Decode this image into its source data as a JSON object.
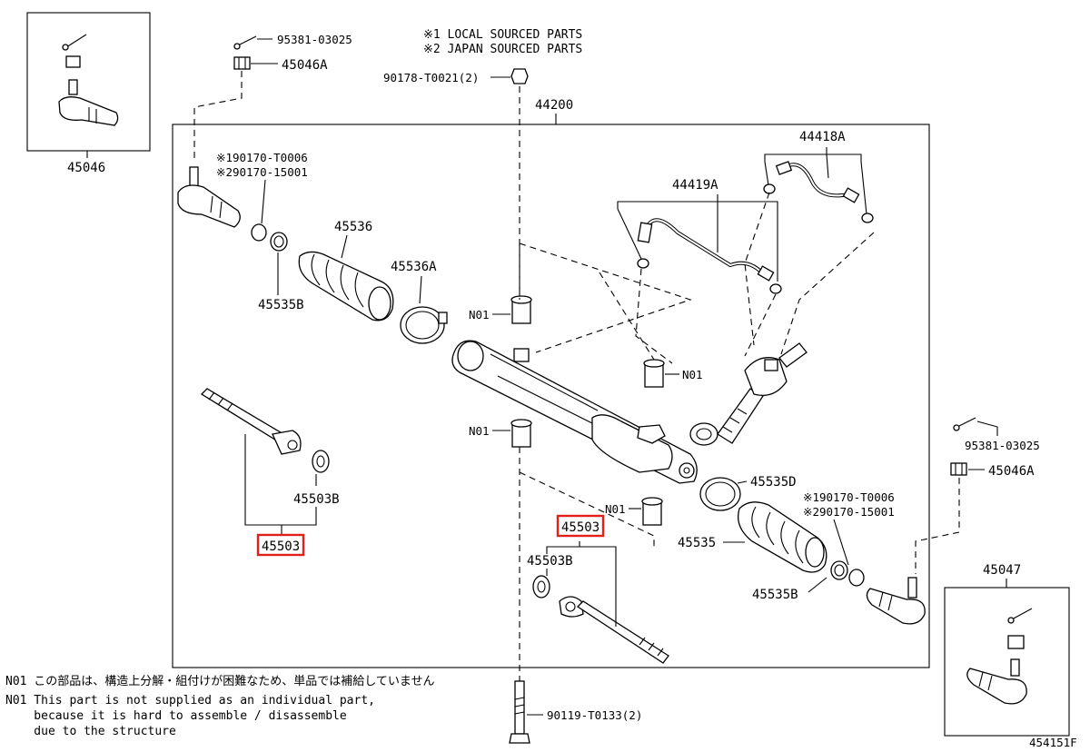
{
  "legend": {
    "line1": "※1 LOCAL SOURCED PARTS",
    "line2": "※2 JAPAN SOURCED PARTS"
  },
  "labels": {
    "p45046": "45046",
    "p45047": "45047",
    "p44200": "44200",
    "p95381_top": "95381-03025",
    "p95381_right": "95381-03025",
    "p45046A_top": "45046A",
    "p45046A_right": "45046A",
    "p90178": "90178-T0021(2)",
    "p90119": "90119-T0133(2)",
    "p44418A": "44418A",
    "p44419A": "44419A",
    "ref_left_1": "※190170-T0006",
    "ref_left_2": "※290170-15001",
    "ref_right_1": "※190170-T0006",
    "ref_right_2": "※290170-15001",
    "p45536": "45536",
    "p45536A": "45536A",
    "p45535B_left": "45535B",
    "p45535B_right": "45535B",
    "p45535D": "45535D",
    "p45535": "45535",
    "p45503B_left": "45503B",
    "p45503B_right": "45503B",
    "p45503_left": "45503",
    "p45503_right": "45503",
    "n01_a": "N01",
    "n01_b": "N01",
    "n01_c": "N01",
    "n01_d": "N01",
    "figure_id": "454151F"
  },
  "footnotes": {
    "jp": "N01 この部品は、構造上分解・組付けが困難なため、単品では補給していません",
    "en1": "N01 This part is not supplied as an individual part,",
    "en2": "    because it is hard to assemble / disassemble",
    "en3": "    due to the structure"
  },
  "highlight_color": "#e0201b"
}
